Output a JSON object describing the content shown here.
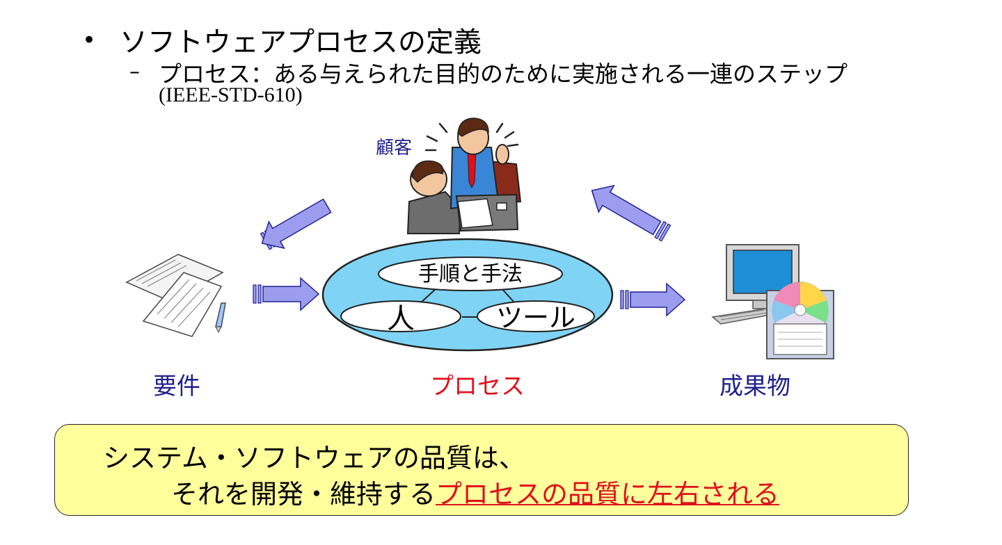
{
  "slide": {
    "bullet": "ソフトウェアプロセスの定義",
    "sub_bullet": "プロセス：ある与えられた目的のために実施される一連のステップ",
    "sub_reference": "(IEEE-STD-610)"
  },
  "diagram": {
    "customer_label": "顧客",
    "requirements_label": "要件",
    "process_label": "プロセス",
    "product_label": "成果物",
    "method_label": "手順と手法",
    "people_label": "人",
    "tool_label": "ツール"
  },
  "callout": {
    "line1": "システム・ソフトウェアの品質は、",
    "line2_prefix": "それを開発・維持する",
    "line2_emphasis": "プロセスの品質に左右される"
  },
  "icons": {
    "bullet": "bullet-dot-icon",
    "dash": "dash-icon",
    "customer_meeting": "customer-meeting-illustration",
    "documents": "documents-icon",
    "computer": "computer-icon",
    "disk": "floppy-cd-icon",
    "arrows": "block-arrow-icon"
  },
  "colors": {
    "navy_label": "#1f1f8f",
    "red_label": "#e0101a",
    "oval_fill": "#7fd4f5",
    "arrow_fill": "#9d9df0",
    "callout_bg": "#ffff9c"
  }
}
